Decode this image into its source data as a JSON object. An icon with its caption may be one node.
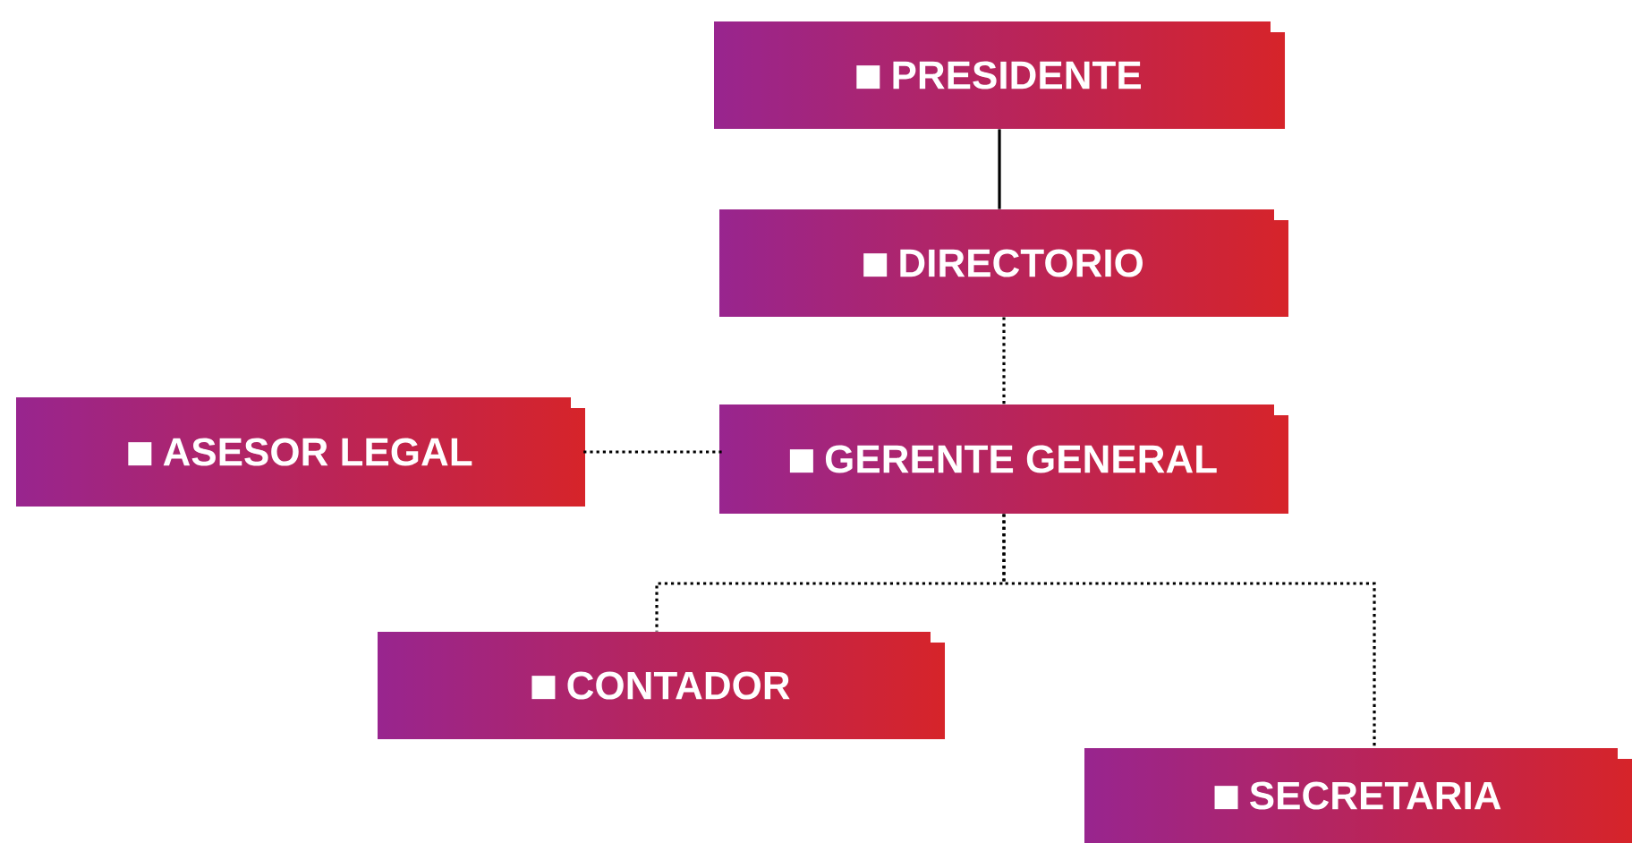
{
  "diagram": {
    "nodes": [
      {
        "text": [
          "PRESIDENTE"
        ]
      },
      {
        "text": [
          "DIRECTORIO"
        ]
      },
      {
        "text": [
          "GERENTE GENERAL"
        ]
      },
      {
        "text": [
          "ASESOR LEGAL"
        ]
      },
      {
        "text": [
          "CONTADOR"
        ]
      },
      {
        "text": [
          "SECRETARIA"
        ]
      }
    ],
    "edges": [
      {
        "from": 0,
        "to": 1,
        "arrow": "none"
      },
      {
        "from": 1,
        "to": 2,
        "arrow": "none",
        "style": "dashed"
      },
      {
        "from": 2,
        "to": 3,
        "arrow": "none",
        "style": "dashed"
      },
      {
        "from": 2,
        "to": 4,
        "arrow": "none",
        "style": "dashed"
      },
      {
        "from": 2,
        "to": 5,
        "arrow": "none",
        "style": "dashed"
      }
    ]
  }
}
